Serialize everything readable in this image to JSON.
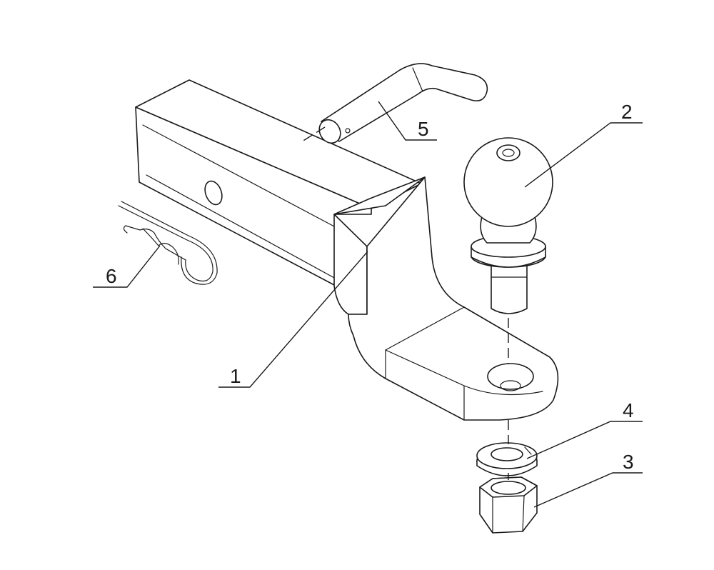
{
  "colors": {
    "ink": "#1a1a1a",
    "paper": "#ffffff"
  },
  "callouts": [
    {
      "id": "shank",
      "label": "1"
    },
    {
      "id": "ball",
      "label": "2"
    },
    {
      "id": "nut",
      "label": "3"
    },
    {
      "id": "washer",
      "label": "4"
    },
    {
      "id": "pin",
      "label": "5"
    },
    {
      "id": "clip",
      "label": "6"
    }
  ]
}
